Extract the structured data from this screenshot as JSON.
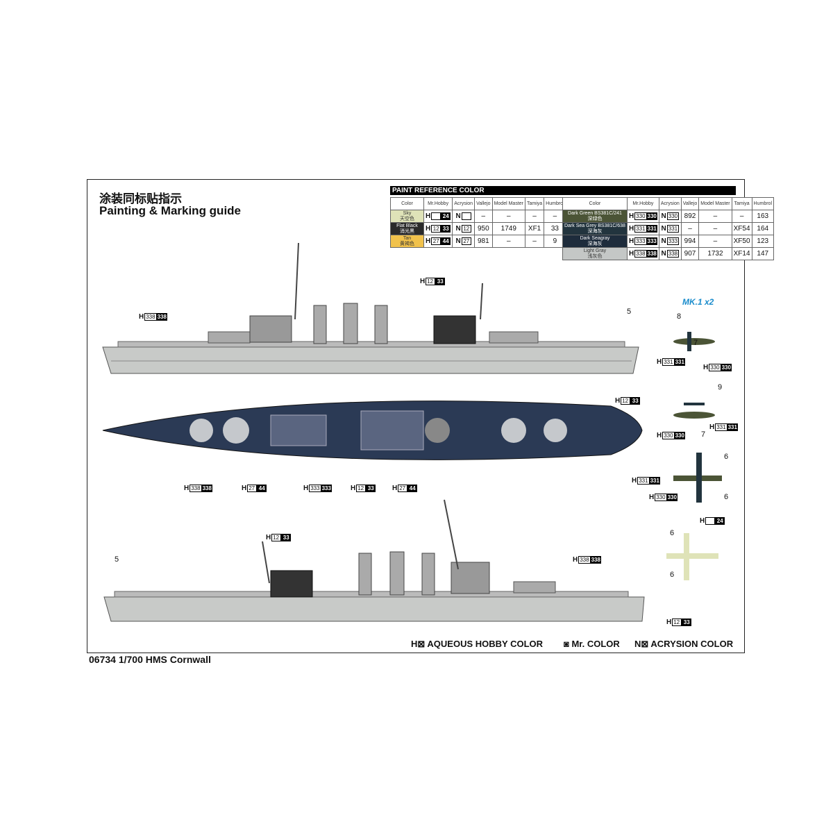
{
  "title_cn": "涂装同标贴指示",
  "title_en": "Painting & Marking guide",
  "ref_title": "PAINT REFERENCE COLOR",
  "headers": [
    "Color",
    "Mr.Hobby",
    "Acrysion",
    "Vallejo",
    "Model Master",
    "Tamiya",
    "Humbrol"
  ],
  "table_left": [
    {
      "name": "Sky",
      "cn": "天空色",
      "swatch": "#dfe3b8",
      "h": [
        "",
        "24"
      ],
      "n": "",
      "vallejo": "–",
      "mm": "–",
      "tamiya": "–",
      "humbrol": "–"
    },
    {
      "name": "Flat Black",
      "cn": "消光黑",
      "swatch": "#2a2a2a",
      "h": [
        "12",
        "33"
      ],
      "n": "12",
      "vallejo": "950",
      "mm": "1749",
      "tamiya": "XF1",
      "humbrol": "33"
    },
    {
      "name": "Tan",
      "cn": "黄褐色",
      "swatch": "#f1c24c",
      "h": [
        "27",
        "44"
      ],
      "n": "27",
      "vallejo": "981",
      "mm": "–",
      "tamiya": "–",
      "humbrol": "9"
    }
  ],
  "table_right": [
    {
      "name": "Dark Green BS381C/241",
      "cn": "深绿色",
      "swatch": "#4b5436",
      "h": [
        "330",
        "330"
      ],
      "n": "330",
      "vallejo": "892",
      "mm": "–",
      "tamiya": "–",
      "humbrol": "163"
    },
    {
      "name": "Dark Sea Grey BS381C/638",
      "cn": "深海灰",
      "swatch": "#22343e",
      "h": [
        "331",
        "331"
      ],
      "n": "331",
      "vallejo": "–",
      "mm": "–",
      "tamiya": "XF54",
      "humbrol": "164"
    },
    {
      "name": "Dark Seagray",
      "cn": "深海灰",
      "swatch": "#1e2c3c",
      "h": [
        "333",
        "333"
      ],
      "n": "333",
      "vallejo": "994",
      "mm": "–",
      "tamiya": "XF50",
      "humbrol": "123"
    },
    {
      "name": "Light Gray",
      "cn": "浅灰色",
      "swatch": "#c4c7c6",
      "h": [
        "338",
        "338"
      ],
      "n": "338",
      "vallejo": "907",
      "mm": "1732",
      "tamiya": "XF14",
      "humbrol": "147"
    }
  ],
  "callouts": [
    {
      "p": "H",
      "w": "338",
      "b": "338"
    },
    {
      "p": "H",
      "w": "12",
      "b": "33"
    },
    {
      "p": "H",
      "w": "12",
      "b": "33"
    },
    {
      "p": "H",
      "w": "338",
      "b": "338"
    },
    {
      "p": "H",
      "w": "27",
      "b": "44"
    },
    {
      "p": "H",
      "w": "333",
      "b": "333"
    },
    {
      "p": "H",
      "w": "12",
      "b": "33"
    },
    {
      "p": "H",
      "w": "27",
      "b": "44"
    },
    {
      "p": "H",
      "w": "12",
      "b": "33"
    },
    {
      "p": "H",
      "w": "338",
      "b": "338"
    },
    {
      "p": "H",
      "w": "12",
      "b": "33"
    },
    {
      "p": "H",
      "w": "331",
      "b": "331"
    },
    {
      "p": "H",
      "w": "330",
      "b": "330"
    },
    {
      "p": "H",
      "w": "330",
      "b": "330"
    },
    {
      "p": "H",
      "w": "331",
      "b": "331"
    },
    {
      "p": "H",
      "w": "331",
      "b": "331"
    },
    {
      "p": "H",
      "w": "330",
      "b": "330"
    },
    {
      "p": "H",
      "w": "",
      "b": "24"
    }
  ],
  "numbers": [
    "5",
    "8",
    "7",
    "9",
    "7",
    "6",
    "6",
    "6",
    "6",
    "5"
  ],
  "aircraft_label": "MK.1 x2",
  "legend": {
    "h": "H⊠ AQUEOUS HOBBY COLOR",
    "m": "◙ Mr. COLOR",
    "n": "N⊠ ACRYSION COLOR"
  },
  "footer": "06734  1/700  HMS Cornwall",
  "colors": {
    "hull": "#c8cac8",
    "deck": "#2b3a55",
    "accent": "#1a8ccc"
  }
}
